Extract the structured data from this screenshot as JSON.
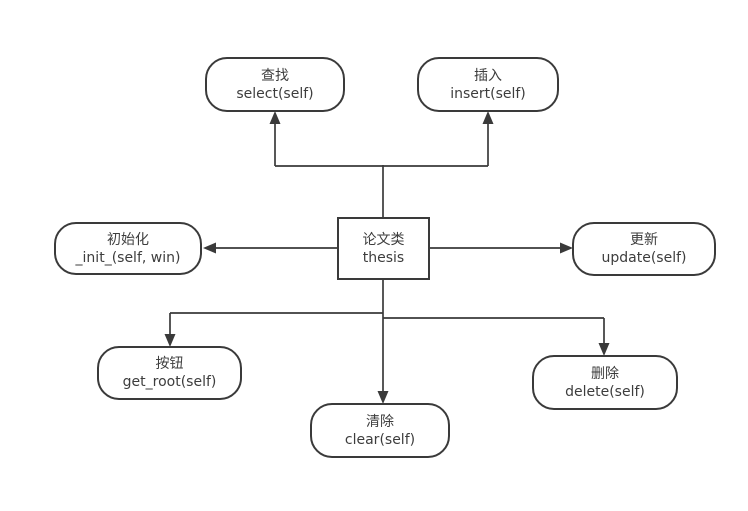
{
  "diagram": {
    "center_node": {
      "title": "论文类",
      "subtitle": "thesis"
    },
    "nodes": {
      "select": {
        "title": "查找",
        "subtitle": "select(self)"
      },
      "insert": {
        "title": "插入",
        "subtitle": "insert(self)"
      },
      "init": {
        "title": "初始化",
        "subtitle": "_init_(self, win)"
      },
      "update": {
        "title": "更新",
        "subtitle": "update(self)"
      },
      "get_root": {
        "title": "按钮",
        "subtitle": "get_root(self)"
      },
      "clear": {
        "title": "清除",
        "subtitle": "clear(self)"
      },
      "delete": {
        "title": "删除",
        "subtitle": "delete(self)"
      }
    },
    "colors": {
      "stroke": "#3a3a3a",
      "text": "#3d3d3d",
      "fill": "#ffffff"
    }
  }
}
